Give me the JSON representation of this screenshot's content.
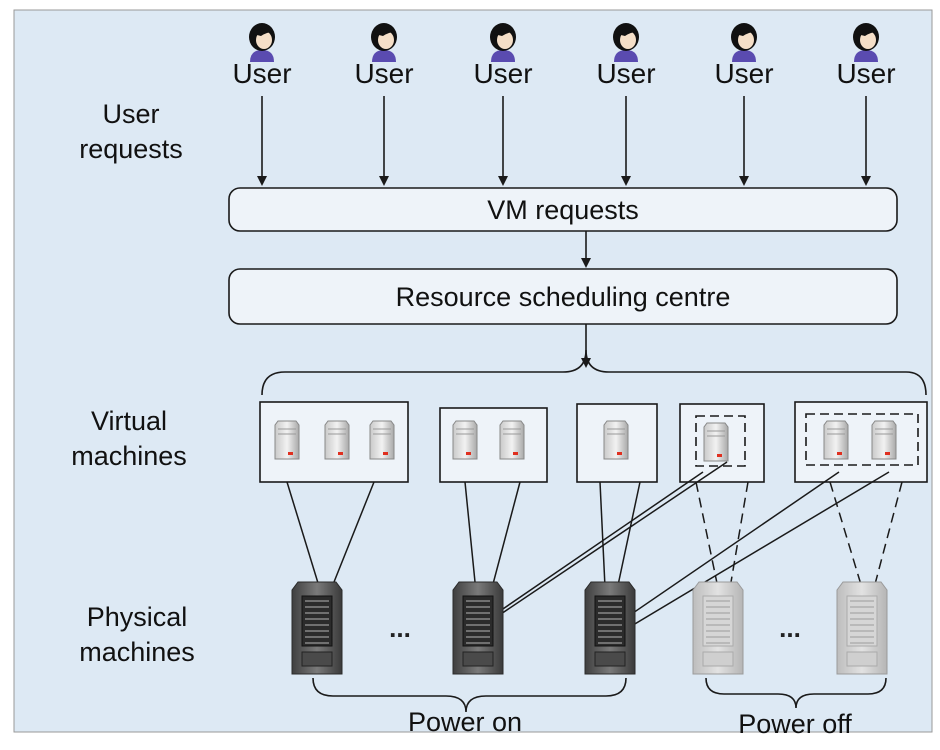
{
  "users": [
    {
      "label": "User"
    },
    {
      "label": "User"
    },
    {
      "label": "User"
    },
    {
      "label": "User"
    },
    {
      "label": "User"
    },
    {
      "label": "User"
    }
  ],
  "row_labels": {
    "user_requests": [
      "User",
      "requests"
    ],
    "virtual_machines": [
      "Virtual",
      "machines"
    ],
    "physical_machines": [
      "Physical",
      "machines"
    ]
  },
  "vm_requests_label": "VM requests",
  "scheduler_label": "Resource scheduling centre",
  "ellipsis_on": "...",
  "ellipsis_off": "...",
  "power_on_label": "Power on",
  "power_off_label": "Power off",
  "colors": {
    "background": "#dde9f4",
    "box_fill": "#eef3f9",
    "stroke": "#1a1a1a",
    "server_on": "#5a5a5a",
    "server_off": "#c8c8c8",
    "led": "#e03020",
    "hair": "#111111",
    "skin": "#f5dfc8",
    "shirt": "#5a4bb0"
  }
}
